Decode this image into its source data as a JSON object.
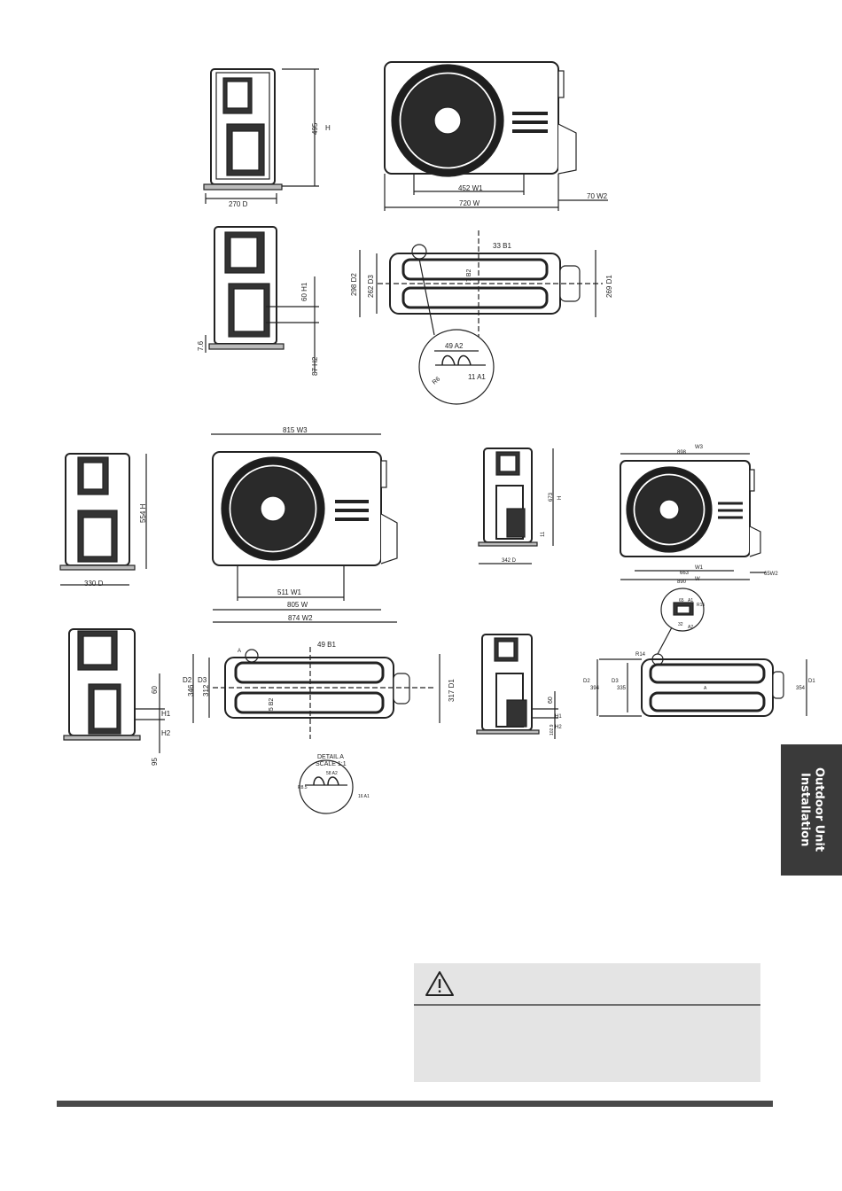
{
  "labels": {
    "d1_depth": "270  D",
    "d1_height": "495",
    "d1_h": "H",
    "d1_front_w1": "452 W1",
    "d1_front_w": "720 W",
    "d1_front_w2": "70 W2",
    "d1_side_h1": "60 H1",
    "d1_side_76": "7.6",
    "d1_side_h2": "87  H2",
    "d1_top_b1": "33 B1",
    "d1_top_b2": "7 B2",
    "d1_top_d2": "298 D2",
    "d1_top_d3": "262  D3",
    "d1_top_d1": "269  D1",
    "d1_detail_a2": "49 A2",
    "d1_detail_a1": "11  A1",
    "d1_detail_r6": "R6",
    "d2_w3": "815 W3",
    "d2_h": "554  H",
    "d2_d": "330  D",
    "d2_w1": "511 W1",
    "d2_w": "805 W",
    "d2_w2": "874  W2",
    "d2_side_60": "60",
    "d2_side_h1": "H1",
    "d2_side_h2": "H2",
    "d2_side_95": "95",
    "d2_top_b1": "49  B1",
    "d2_top_b2": "75 B2",
    "d2_top_d2": "D2",
    "d2_top_d3": "D3",
    "d2_top_346": "346",
    "d2_top_312": "312",
    "d2_top_d1": "317 D1",
    "d2_top_a": "A",
    "d2_detail_title": "DETAIL A",
    "d2_detail_scale": "SCALE 1:1",
    "d2_detail_a2": "58 A2",
    "d2_detail_r": "R8.5",
    "d2_detail_a1": "16 A1",
    "d3_h_val": "673",
    "d3_h": "H",
    "d3_11": "11",
    "d3_d": "342   D",
    "d3_w3": "W3",
    "d3_w3_val": "898",
    "d3_w1": "W1",
    "d3_w1_val": "663",
    "d3_w_val": "890",
    "d3_w": "W",
    "d3_w2": "65W2",
    "d3_r15": "R15",
    "d3_r14": "R14",
    "d3_65": "65",
    "d3_a1": "A1",
    "d3_32": "32",
    "d3_a2": "A2",
    "d3_side_60": "60",
    "d3_side_h1": "H1",
    "d3_side_h2": "H2",
    "d3_side_1029": "102.9",
    "d3_top_d2": "D2",
    "d3_top_394": "394",
    "d3_top_d3": "D3",
    "d3_top_335": "335",
    "d3_top_d1": "D1",
    "d3_top_354": "354",
    "d3_top_a": "A"
  },
  "side_tab": {
    "text": "Outdoor Unit\nInstallation"
  },
  "caution": {
    "icon": "warning-triangle-icon",
    "body": ""
  },
  "colors": {
    "tab_bg": "#3a3a3a",
    "caution_bg": "#e4e4e4",
    "rule": "#4a4a4a"
  }
}
